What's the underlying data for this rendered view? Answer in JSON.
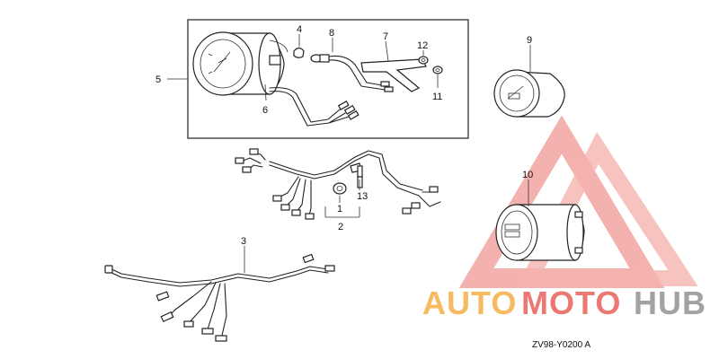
{
  "drawing_code": "ZV98-Y0200 A",
  "watermark": {
    "brand_left": "AUTO",
    "brand_middle": "MOTO",
    "brand_right": "HUB",
    "colors": {
      "orange": "#f5a93b",
      "red": "#e8574f",
      "gray": "#8c8c8c"
    }
  },
  "callouts": {
    "c1": "1",
    "c2": "2",
    "c3": "3",
    "c4": "4",
    "c5": "5",
    "c6": "6",
    "c7": "7",
    "c8": "8",
    "c9": "9",
    "c10": "10",
    "c11": "11",
    "c12": "12",
    "c13": "13"
  }
}
